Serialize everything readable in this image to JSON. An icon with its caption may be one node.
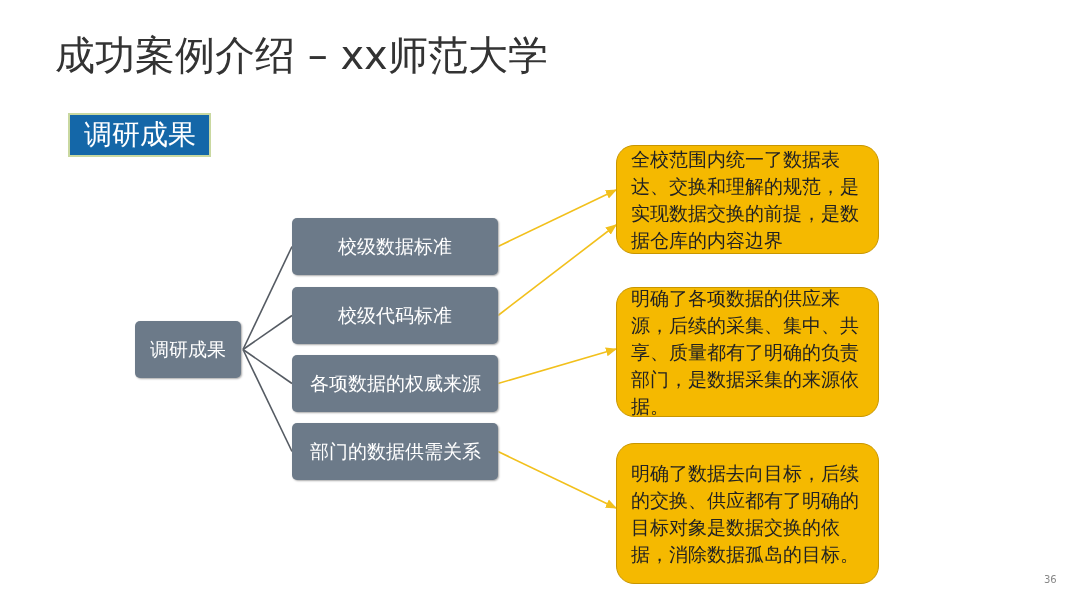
{
  "diagram": {
    "title": "成功案例介绍 – xx师范大学",
    "nodes": [
      {
        "text": [
          "调研成果"
        ]
      },
      {
        "text": [
          "调研成果"
        ]
      },
      {
        "text": [
          "校级数据标准"
        ]
      },
      {
        "text": [
          "校级代码标准"
        ]
      },
      {
        "text": [
          "各项数据的权威来源"
        ]
      },
      {
        "text": [
          "部门的数据供需关系"
        ]
      },
      {
        "text": [
          "全校范围内统一了数据表达、交换和理解的规范，是实现数据交换的前提，是数据仓库的内容边界"
        ]
      },
      {
        "text": [
          "明确了各项数据的供应来源，后续的采集、集中、共享、质量都有了明确的负责部门，是数据采集的来源依据。"
        ]
      },
      {
        "text": [
          "明确了数据去向目标，后续的交换、供应都有了明确的目标对象是数据交换的依据，消除数据孤岛的目标。"
        ]
      }
    ],
    "edges": [
      {
        "from": 1,
        "to": 2,
        "arrow": "none",
        "color": "#555b63"
      },
      {
        "from": 1,
        "to": 3,
        "arrow": "none",
        "color": "#555b63"
      },
      {
        "from": 1,
        "to": 4,
        "arrow": "none",
        "color": "#555b63"
      },
      {
        "from": 1,
        "to": 5,
        "arrow": "none",
        "color": "#555b63"
      },
      {
        "from": 2,
        "to": 6,
        "arrow": "to",
        "color": "#f2c01c"
      },
      {
        "from": 3,
        "to": 6,
        "arrow": "to",
        "color": "#f2c01c"
      },
      {
        "from": 4,
        "to": 7,
        "arrow": "to",
        "color": "#f2c01c"
      },
      {
        "from": 5,
        "to": 8,
        "arrow": "to",
        "color": "#f2c01c"
      }
    ],
    "labels": [
      "36"
    ]
  }
}
